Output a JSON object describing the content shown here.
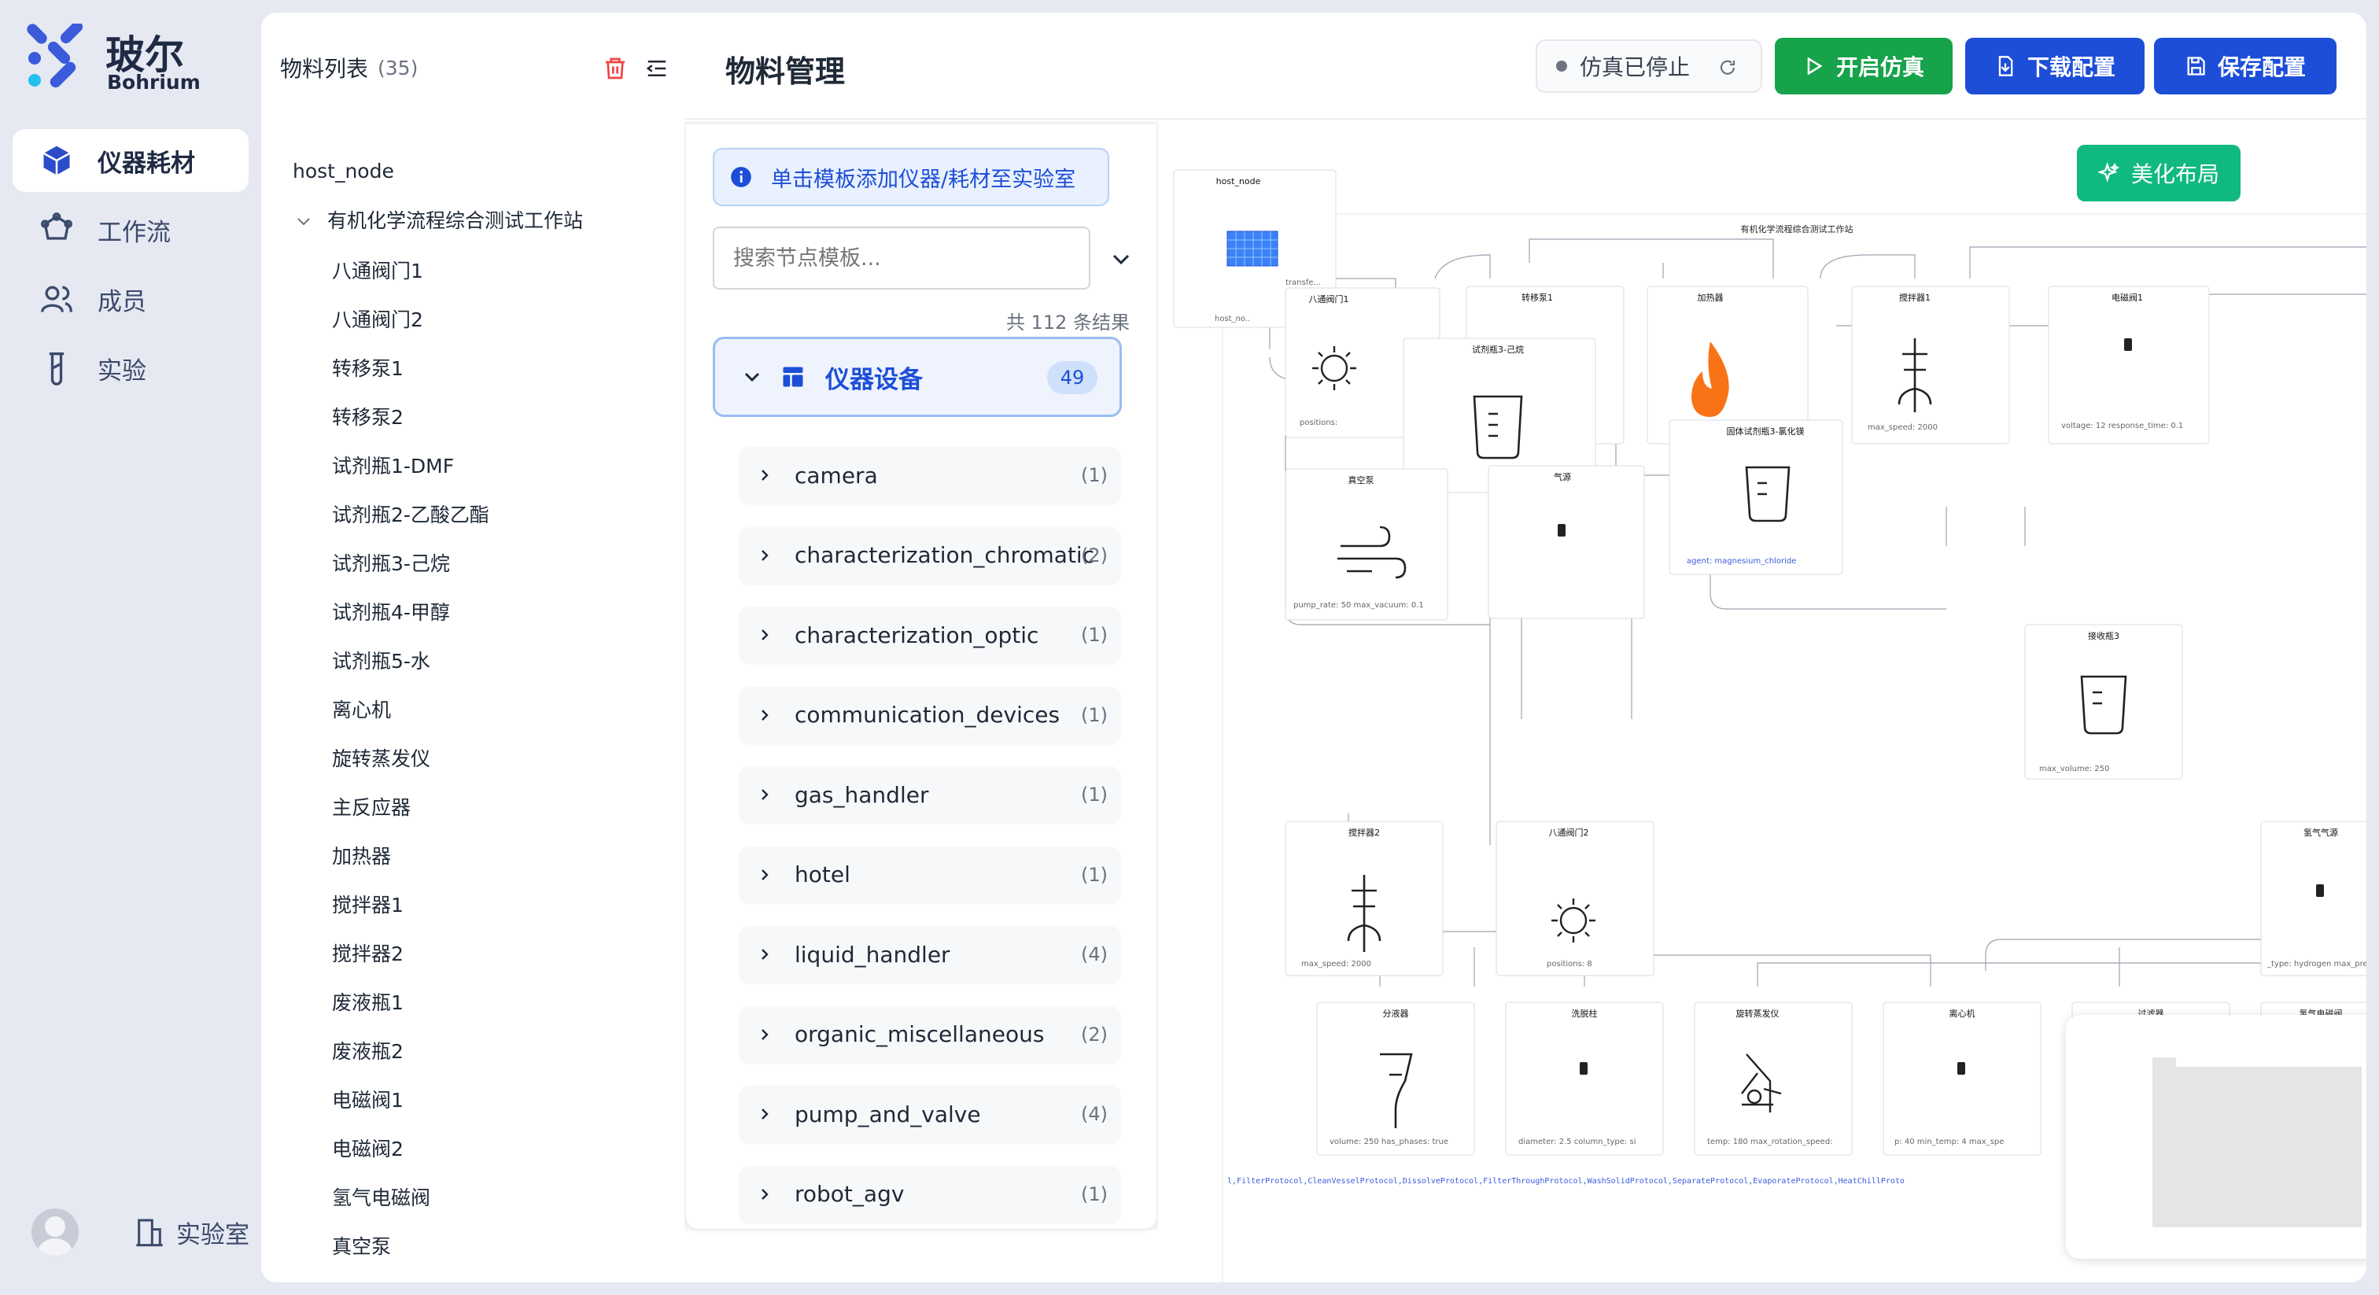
{
  "brand": {
    "name_cn": "玻尔",
    "name_en": "Bohrium"
  },
  "nav": {
    "items": [
      {
        "label": "仪器耗材",
        "icon": "cube-icon",
        "active": true
      },
      {
        "label": "工作流",
        "icon": "workflow-icon",
        "active": false
      },
      {
        "label": "成员",
        "icon": "users-icon",
        "active": false
      },
      {
        "label": "实验",
        "icon": "flask-icon",
        "active": false
      }
    ]
  },
  "user": {
    "lab_label": "实验室"
  },
  "material_list": {
    "title": "物料列表",
    "count": "(35)",
    "root": "host_node",
    "group": "有机化学流程综合测试工作站",
    "children": [
      "八通阀门1",
      "八通阀门2",
      "转移泵1",
      "转移泵2",
      "试剂瓶1-DMF",
      "试剂瓶2-乙酸乙酯",
      "试剂瓶3-己烷",
      "试剂瓶4-甲醇",
      "试剂瓶5-水",
      "离心机",
      "旋转蒸发仪",
      "主反应器",
      "加热器",
      "搅拌器1",
      "搅拌器2",
      "废液瓶1",
      "废液瓶2",
      "电磁阀1",
      "电磁阀2",
      "氢气电磁阀",
      "真空泵"
    ]
  },
  "header": {
    "title": "物料管理",
    "status": "仿真已停止",
    "start_label": "开启仿真",
    "download_label": "下载配置",
    "save_label": "保存配置"
  },
  "templates": {
    "hint": "单击模板添加仪器/耗材至实验室",
    "search_placeholder": "搜索节点模板...",
    "result_count": "共 112 条结果",
    "category": {
      "label": "仪器设备",
      "count": "49"
    },
    "subcategories": [
      {
        "label": "camera",
        "count": "(1)"
      },
      {
        "label": "characterization_chromatic",
        "count": "(2)"
      },
      {
        "label": "characterization_optic",
        "count": "(1)"
      },
      {
        "label": "communication_devices",
        "count": "(1)"
      },
      {
        "label": "gas_handler",
        "count": "(1)"
      },
      {
        "label": "hotel",
        "count": "(1)"
      },
      {
        "label": "liquid_handler",
        "count": "(4)"
      },
      {
        "label": "organic_miscellaneous",
        "count": "(2)"
      },
      {
        "label": "pump_and_valve",
        "count": "(4)"
      },
      {
        "label": "robot_agv",
        "count": "(1)"
      }
    ]
  },
  "canvas": {
    "beautify_label": "美化布局",
    "workstation_title": "有机化学流程综合测试工作站",
    "protocols": "l,FilterProtocol,CleanVesselProtocol,DissolveProtocol,FilterThroughProtocol,WashSolidProtocol,SeparateProtocol,EvaporateProtocol,HeatChillProto",
    "nodes": [
      {
        "title": "host_node",
        "footer": "host_no..",
        "icon": "grid-icon"
      },
      {
        "title": "八通阀门1",
        "footer": "positions: ",
        "icon": "valve-icon"
      },
      {
        "title": "转移泵1",
        "footer": "",
        "icon": "syringe-icon"
      },
      {
        "title": "试剂瓶3-己烷",
        "footer": "",
        "icon": "beaker-icon"
      },
      {
        "title": "加热器",
        "footer": "",
        "icon": "flame-icon"
      },
      {
        "title": "搅拌器1",
        "footer": "max_speed: 2000",
        "icon": "stirrer-icon"
      },
      {
        "title": "电磁阀1",
        "footer": "voltage: 12   response_time: 0.1",
        "icon": "device-icon"
      },
      {
        "title": "真空泵",
        "footer": "pump_rate: 50   max_vacuum: 0.1",
        "icon": "wind-icon"
      },
      {
        "title": "气源",
        "footer": "",
        "icon": "device-icon"
      },
      {
        "title": "固体试剂瓶3-氯化镁",
        "footer": "agent: magnesium_chloride",
        "icon": "beaker-icon"
      },
      {
        "title": "接收瓶3",
        "footer": "max_volume: 250",
        "icon": "beaker-icon"
      },
      {
        "title": "搅拌器2",
        "footer": "max_speed: 2000",
        "icon": "stirrer-icon"
      },
      {
        "title": "八通阀门2",
        "footer": "positions: 8",
        "icon": "valve-icon"
      },
      {
        "title": "分液器",
        "footer": "volume: 250   has_phases: true",
        "icon": "funnel-icon"
      },
      {
        "title": "洗脱柱",
        "footer": "diameter: 2.5   column_type: si",
        "icon": "device-icon"
      },
      {
        "title": "旋转蒸发仪",
        "footer": "temp: 180   max_rotation_speed:",
        "icon": "rotavap-icon"
      },
      {
        "title": "离心机",
        "footer": "p: 40   min_temp: 4   max_spe",
        "icon": "device-icon"
      },
      {
        "title": "过滤器",
        "footer": "",
        "icon": "device-icon"
      },
      {
        "title": "氢气气源",
        "footer": "_type: hydrogen   max_pre",
        "icon": "device-icon"
      },
      {
        "title": "氢气电磁阀",
        "footer": "",
        "icon": "device-icon"
      }
    ]
  },
  "colors": {
    "primary": "#1d4ed8",
    "success": "#16a34a",
    "beautify": "#10b981",
    "danger": "#ef4444"
  }
}
